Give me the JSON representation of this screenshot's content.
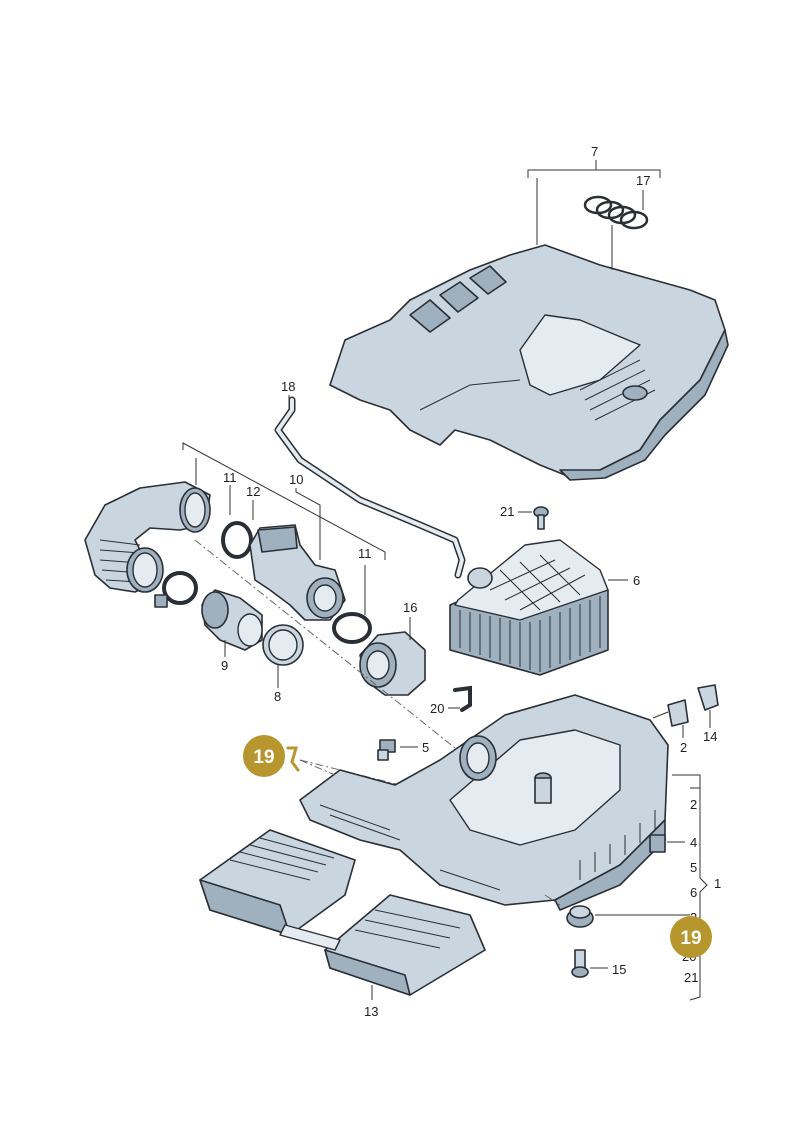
{
  "labels": {
    "l1": "1",
    "l2a": "2",
    "l2b": "2",
    "l3": "3",
    "l4": "4",
    "l5a": "5",
    "l5b": "5",
    "l6a": "6",
    "l6b": "6",
    "l7": "7",
    "l8": "8",
    "l9": "9",
    "l10": "10",
    "l11a": "11",
    "l11b": "11",
    "l12": "12",
    "l13": "13",
    "l14": "14",
    "l15": "15",
    "l16": "16",
    "l17": "17",
    "l18": "18",
    "l20a": "20",
    "l20b": "20",
    "l21a": "21",
    "l21b": "21"
  },
  "badges": {
    "b1": "19",
    "b2": "19"
  },
  "colors": {
    "badge": "#b8962e",
    "part": "#c9d6e0",
    "outline": "#2a2f36"
  }
}
